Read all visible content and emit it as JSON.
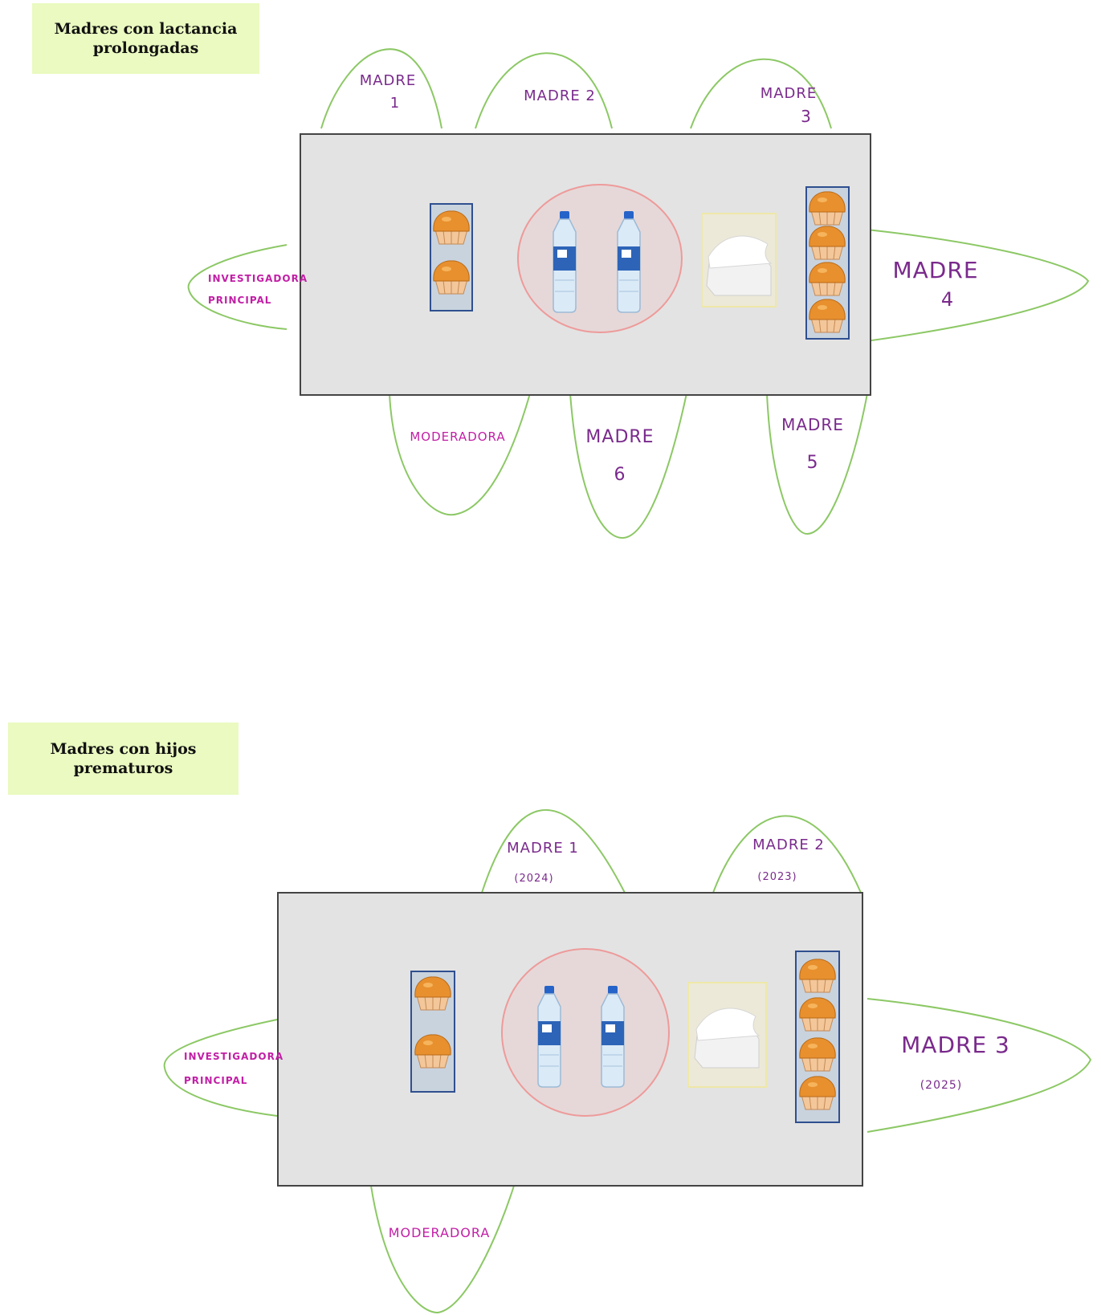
{
  "tables": [
    {
      "title_line1": "Madres con lactancia",
      "title_line2": "prolongadas",
      "seats": {
        "top_1_line1": "MADRE",
        "top_1_line2": "1",
        "top_2": "MADRE 2",
        "top_3_line1": "MADRE",
        "top_3_line2": "3",
        "right_line1": "MADRE",
        "right_line2": "4",
        "left_line1": "INVESTIGADORA",
        "left_line2": "PRINCIPAL",
        "bottom_1": "MODERADORA",
        "bottom_2_line1": "MADRE",
        "bottom_2_line2": "6",
        "bottom_3_line1": "MADRE",
        "bottom_3_line2": "5"
      }
    },
    {
      "title_line1": "Madres con hijos",
      "title_line2": "prematuros",
      "seats": {
        "top_1_line1": "MADRE 1",
        "top_1_line2": "(2024)",
        "top_2_line1": "MADRE 2",
        "top_2_line2": "(2023)",
        "right_line1": "MADRE 3",
        "right_line2": "(2025)",
        "left_line1": "INVESTIGADORA",
        "left_line2": "PRINCIPAL",
        "bottom_1": "MODERADORA"
      }
    }
  ],
  "colors": {
    "seat_outline": "#8cc865",
    "table_fill": "#e3e3e3",
    "table_border": "#444444",
    "tray_border": "#2f4f8f",
    "water_circle": "#ee9a9a",
    "napkin_box": "#eee8a8",
    "title_bg": "#eafac0"
  },
  "icons": [
    "muffin-icon",
    "water-bottle-icon",
    "napkin-box-icon"
  ]
}
